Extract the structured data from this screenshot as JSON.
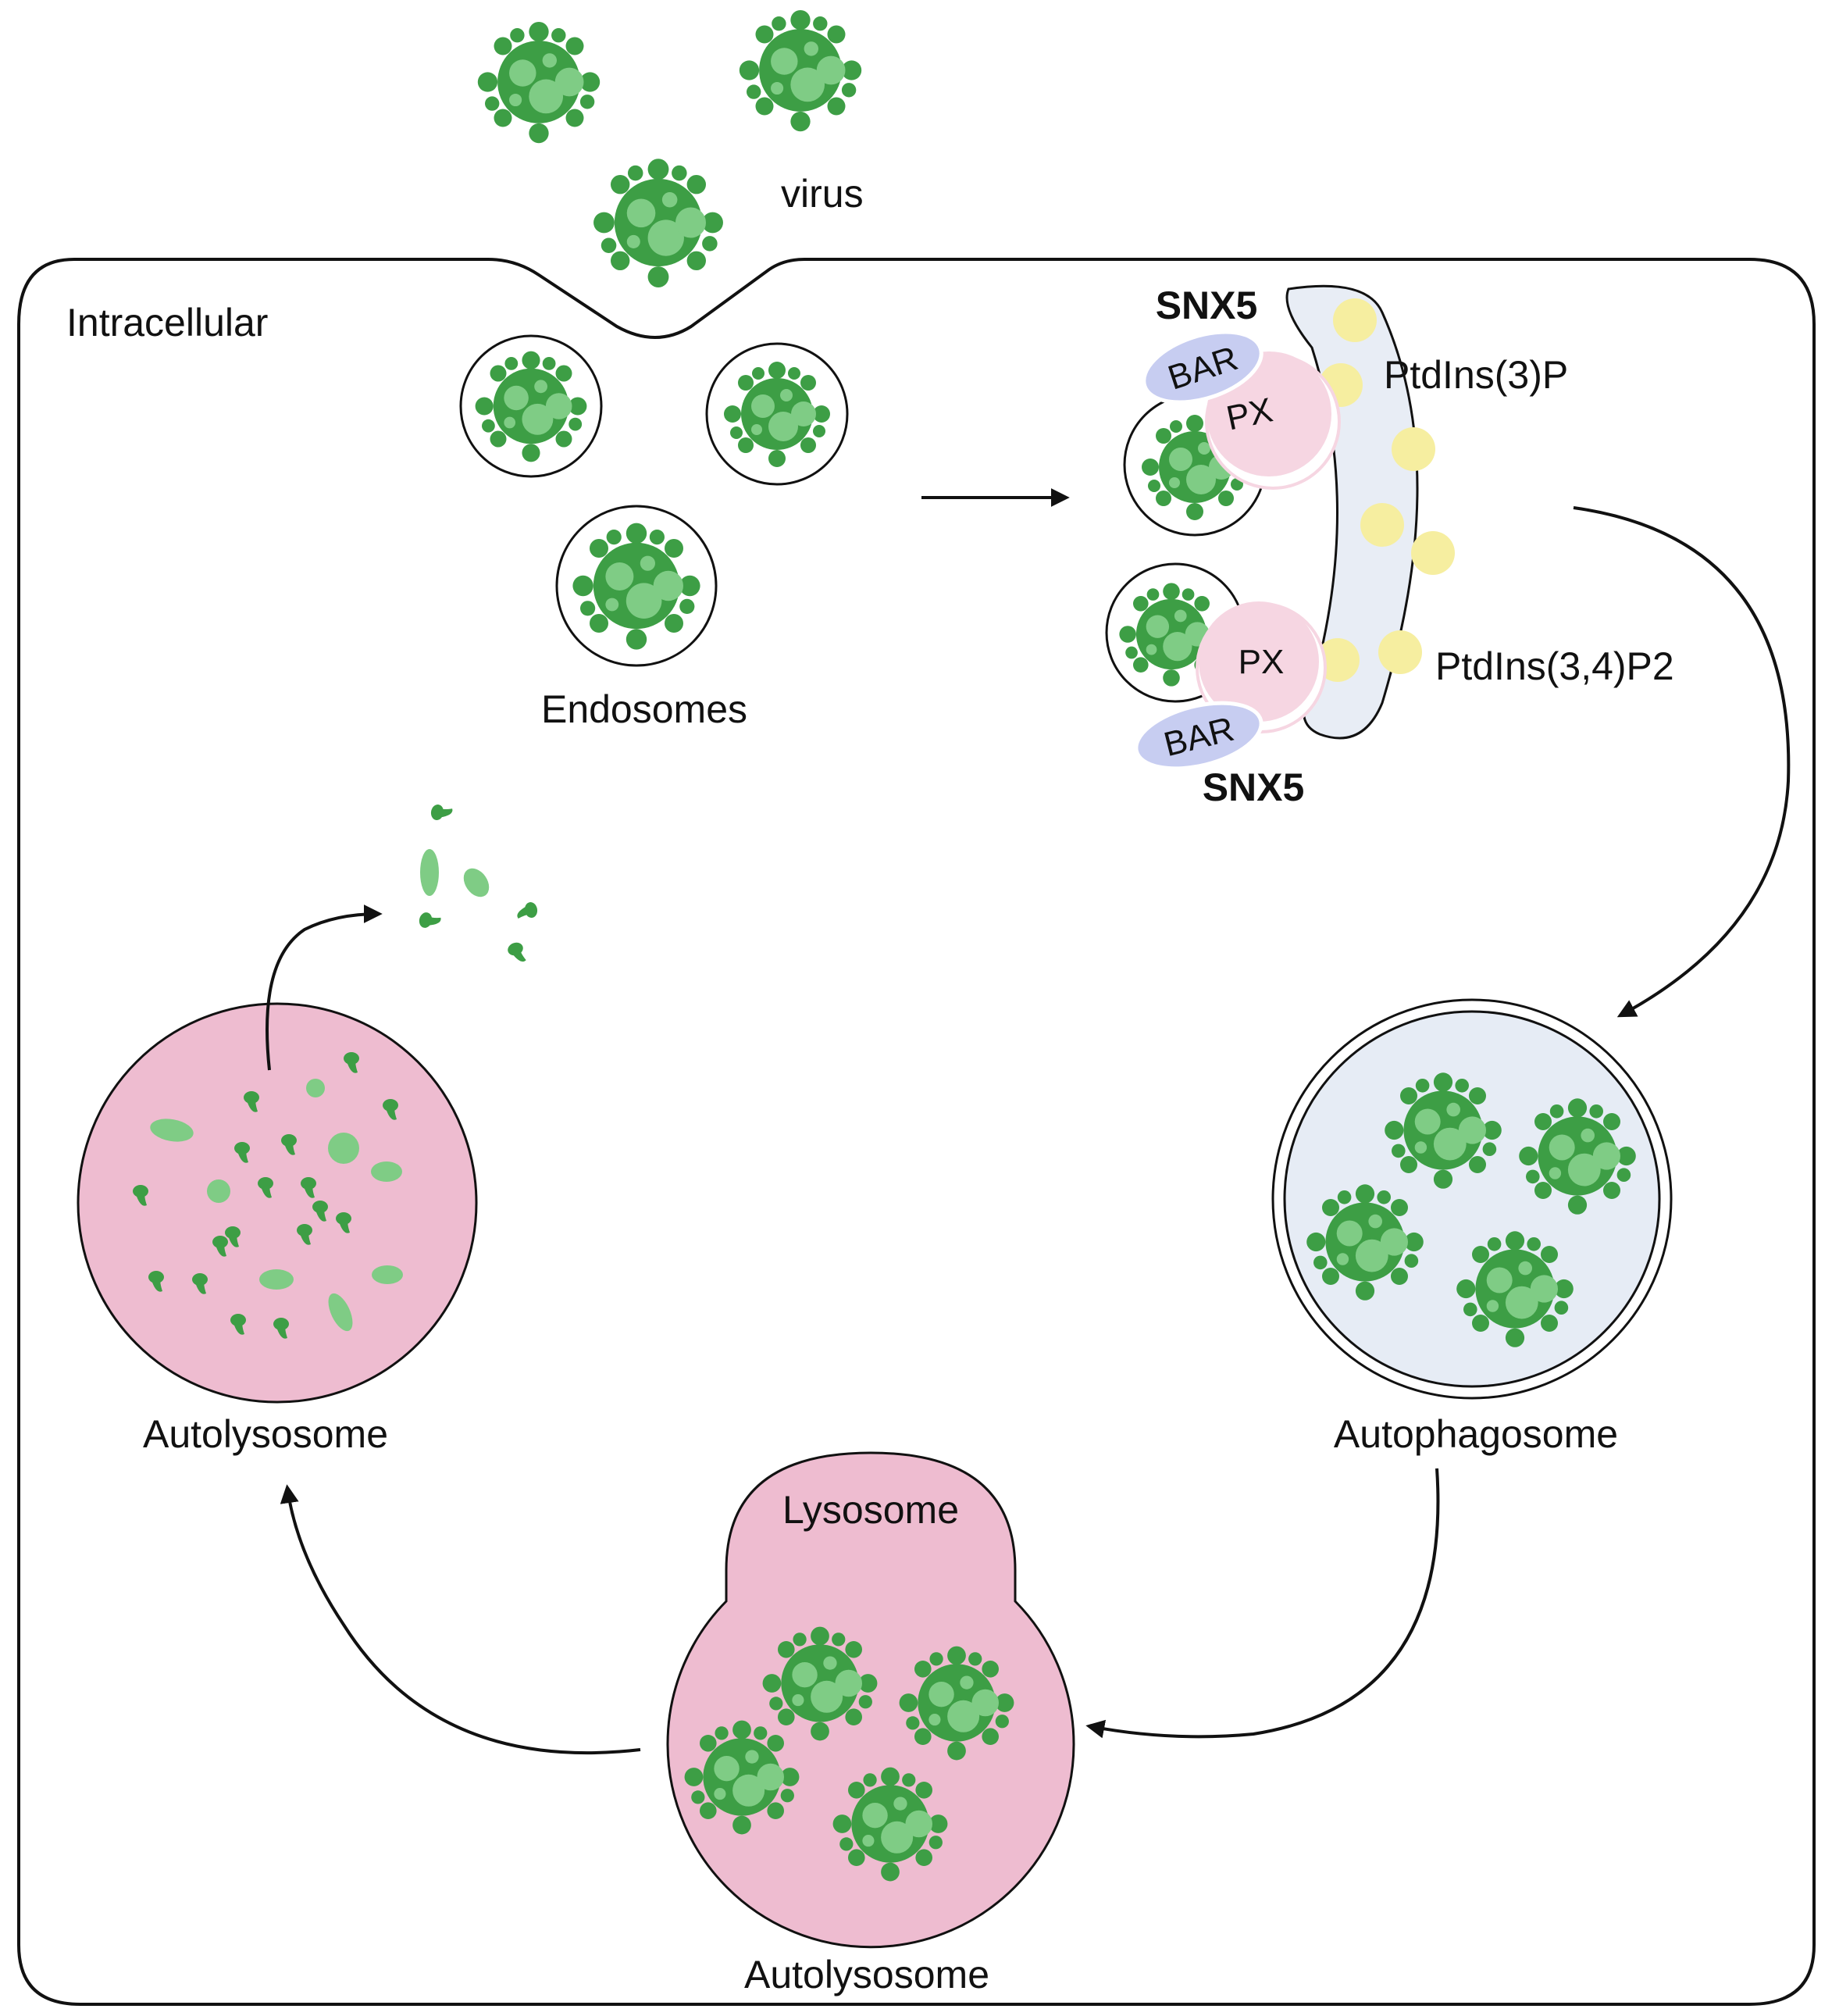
{
  "labels": {
    "virus": "virus",
    "intracellular": "Intracellular",
    "endosomes": "Endosomes",
    "snx5_top": "SNX5",
    "snx5_bottom": "SNX5",
    "bar_top": "BAR",
    "bar_bottom": "BAR",
    "px_top": "PX",
    "px_bottom": "PX",
    "ptdins3p": "PtdIns(3)P",
    "ptdins34p2": "PtdIns(3,4)P2",
    "autophagosome": "Autophagosome",
    "lysosome": "Lysosome",
    "autolysosome_bottom": "Autolysosome",
    "autolysosome_left": "Autolysosome"
  },
  "colors": {
    "virus_dark": "#3d9e45",
    "virus_light": "#7fcc85",
    "lysosome_pink": "#eebcd0",
    "autophagosome_fill": "#e6ecf5",
    "lipid_yellow": "#f6eea0",
    "px_pink": "#f6d6e2",
    "bar_lavender": "#c7cdf1",
    "membrane_fill": "#e8edf5"
  }
}
